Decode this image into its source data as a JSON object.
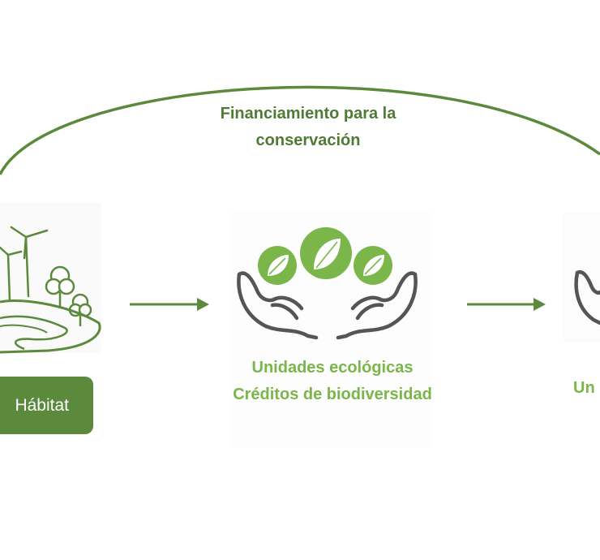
{
  "arc_label": {
    "line1": "Financiamiento para la",
    "line2": "conservación"
  },
  "center_label": {
    "line1": "Unidades ecológicas",
    "line2": "Créditos de biodiversidad"
  },
  "right_label": "Un",
  "habitat_label": "Hábitat",
  "colors": {
    "dark_green": "#5b8a3c",
    "light_green": "#7ab649",
    "text_dark_green": "#4f7b34",
    "outline_gray": "#555555"
  },
  "icons": [
    "habitat-landscape-icon",
    "hands-leaves-icon",
    "hands-partial-icon",
    "arrow-right-icon"
  ]
}
